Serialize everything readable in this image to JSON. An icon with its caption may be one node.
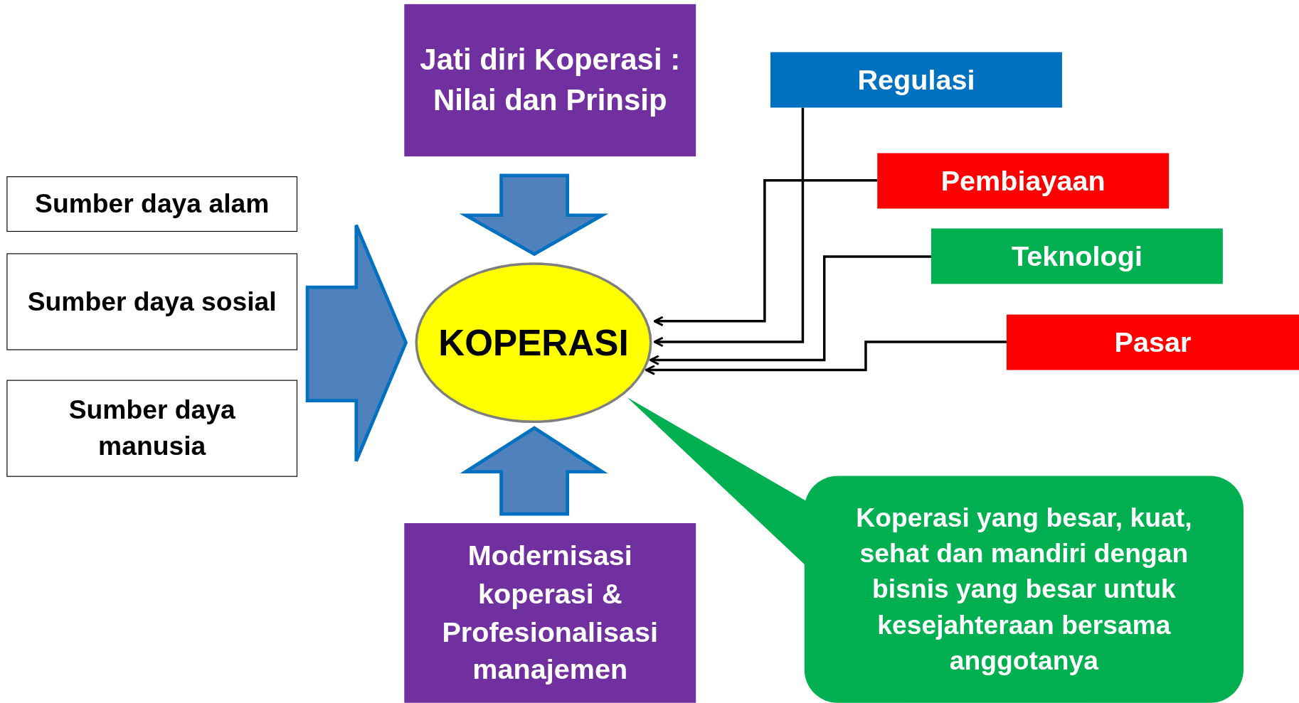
{
  "diagram": {
    "nodes": [
      {
        "text": [
          "Sumber daya alam"
        ]
      },
      {
        "text": [
          "Sumber daya sosial"
        ]
      },
      {
        "text": [
          "Sumber daya manusia"
        ]
      },
      {
        "text": [
          "Jati diri Koperasi : Nilai dan Prinsip"
        ]
      },
      {
        "text": [
          "KOPERASI"
        ]
      },
      {
        "text": [
          "Modernisasi koperasi & Profesionalisasi manajemen"
        ]
      },
      {
        "text": [
          "Regulasi"
        ]
      },
      {
        "text": [
          "Pembiayaan"
        ]
      },
      {
        "text": [
          "Teknologi"
        ]
      },
      {
        "text": [
          "Pasar"
        ]
      },
      {
        "text": [
          "Koperasi yang besar, kuat, sehat dan mandiri dengan bisnis yang besar untuk kesejahteraan bersama anggotanya"
        ]
      }
    ],
    "edges": [
      {
        "from": 0,
        "to": 4,
        "arrow": "to",
        "style": "thick"
      },
      {
        "from": 1,
        "to": 4,
        "arrow": "to",
        "style": "thick"
      },
      {
        "from": 2,
        "to": 4,
        "arrow": "to",
        "style": "thick"
      },
      {
        "from": 3,
        "to": 4,
        "arrow": "to",
        "style": "thick"
      },
      {
        "from": 5,
        "to": 4,
        "arrow": "to",
        "style": "thick"
      },
      {
        "from": 6,
        "to": 4,
        "arrow": "to"
      },
      {
        "from": 7,
        "to": 4,
        "arrow": "to"
      },
      {
        "from": 8,
        "to": 4,
        "arrow": "to"
      },
      {
        "from": 9,
        "to": 4,
        "arrow": "to"
      },
      {
        "from": 10,
        "to": 4,
        "arrow": "none",
        "color": "#00b050"
      }
    ]
  }
}
